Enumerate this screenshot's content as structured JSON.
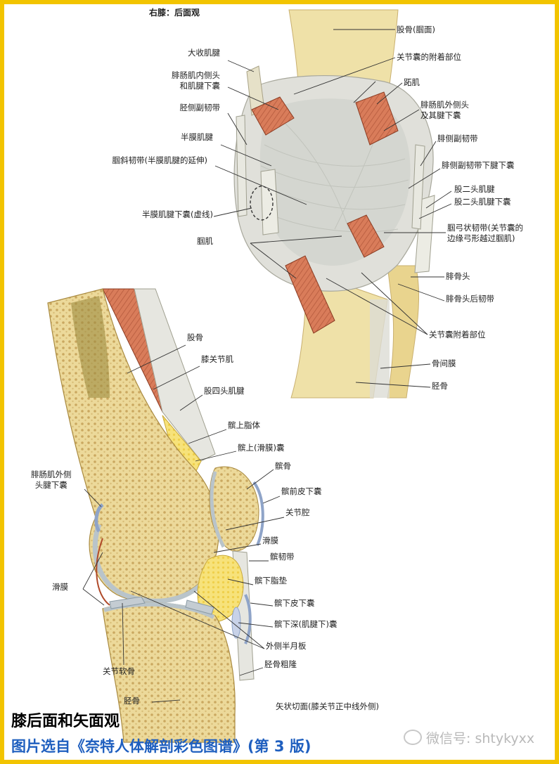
{
  "view_titles": {
    "posterior": "右膝：后面观",
    "sagittal": "矢状切面(膝关节正中线外侧)"
  },
  "posterior_labels": [
    "股骨(腘面)",
    "关节囊的附着部位",
    "大收肌腱",
    "跖肌",
    "腓肠肌内侧头\n和肌腱下囊",
    "腓肠肌外侧头\n及其腱下囊",
    "胫侧副韧带",
    "半膜肌腱",
    "腓侧副韧带",
    "腘斜韧带(半膜肌腱的延伸)",
    "腓侧副韧带下腱下囊",
    "股二头肌腱",
    "股二头肌腱下囊",
    "半膜肌腱下囊(虚线)",
    "腘弓状韧带(关节囊的\n边缘弓形越过腘肌)",
    "腘肌",
    "腓骨头",
    "腓骨头后韧带",
    "关节囊附着部位",
    "骨间膜",
    "胫骨"
  ],
  "sagittal_labels": [
    "股骨",
    "膝关节肌",
    "股四头肌腱",
    "髌上脂体",
    "髌上(滑膜)囊",
    "髌骨",
    "腓肠肌外侧\n头腱下囊",
    "髌前皮下囊",
    "关节腔",
    "滑膜",
    "髌韧带",
    "滑膜",
    "髌下脂垫",
    "髌下皮下囊",
    "髌下深(肌腱下)囊",
    "外侧半月板",
    "关节软骨",
    "胫骨粗隆",
    "胫骨"
  ],
  "captions": {
    "main": "膝后面和矢面观",
    "source": "图片选自《奈特人体解剖彩色图谱》(第 3 版)"
  },
  "watermark": "微信号: shtykyxx",
  "colors": {
    "border": "#f2c400",
    "caption_source": "#1f5fbf",
    "bone": "#ecd99a",
    "ligament": "#e6e6e0",
    "muscle": "#d97c5a",
    "fat": "#f7e27a"
  }
}
